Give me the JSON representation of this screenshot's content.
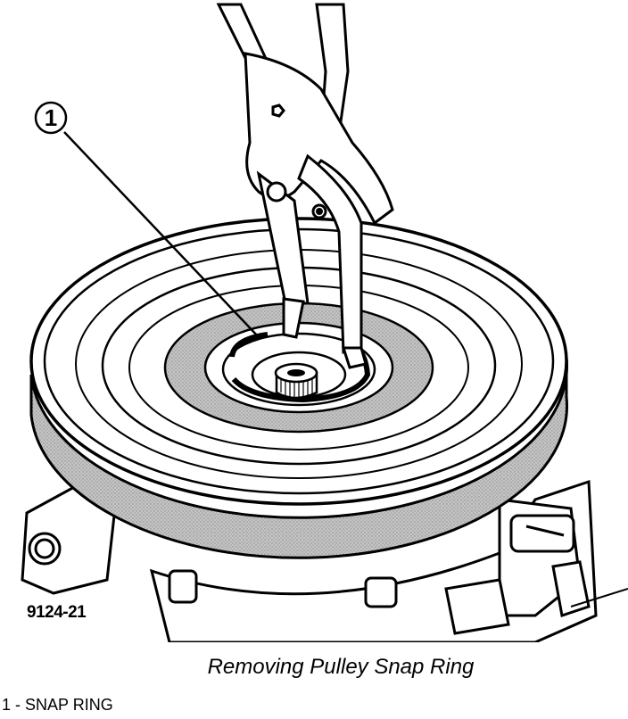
{
  "figure": {
    "code": "9124-21",
    "caption": "Removing Pulley Snap Ring",
    "callouts": [
      {
        "number": "1"
      }
    ],
    "legend": [
      {
        "text": "1 - SNAP RING"
      }
    ]
  },
  "colors": {
    "ink": "#000000",
    "paper": "#ffffff",
    "shading": "#b8b8b8"
  }
}
